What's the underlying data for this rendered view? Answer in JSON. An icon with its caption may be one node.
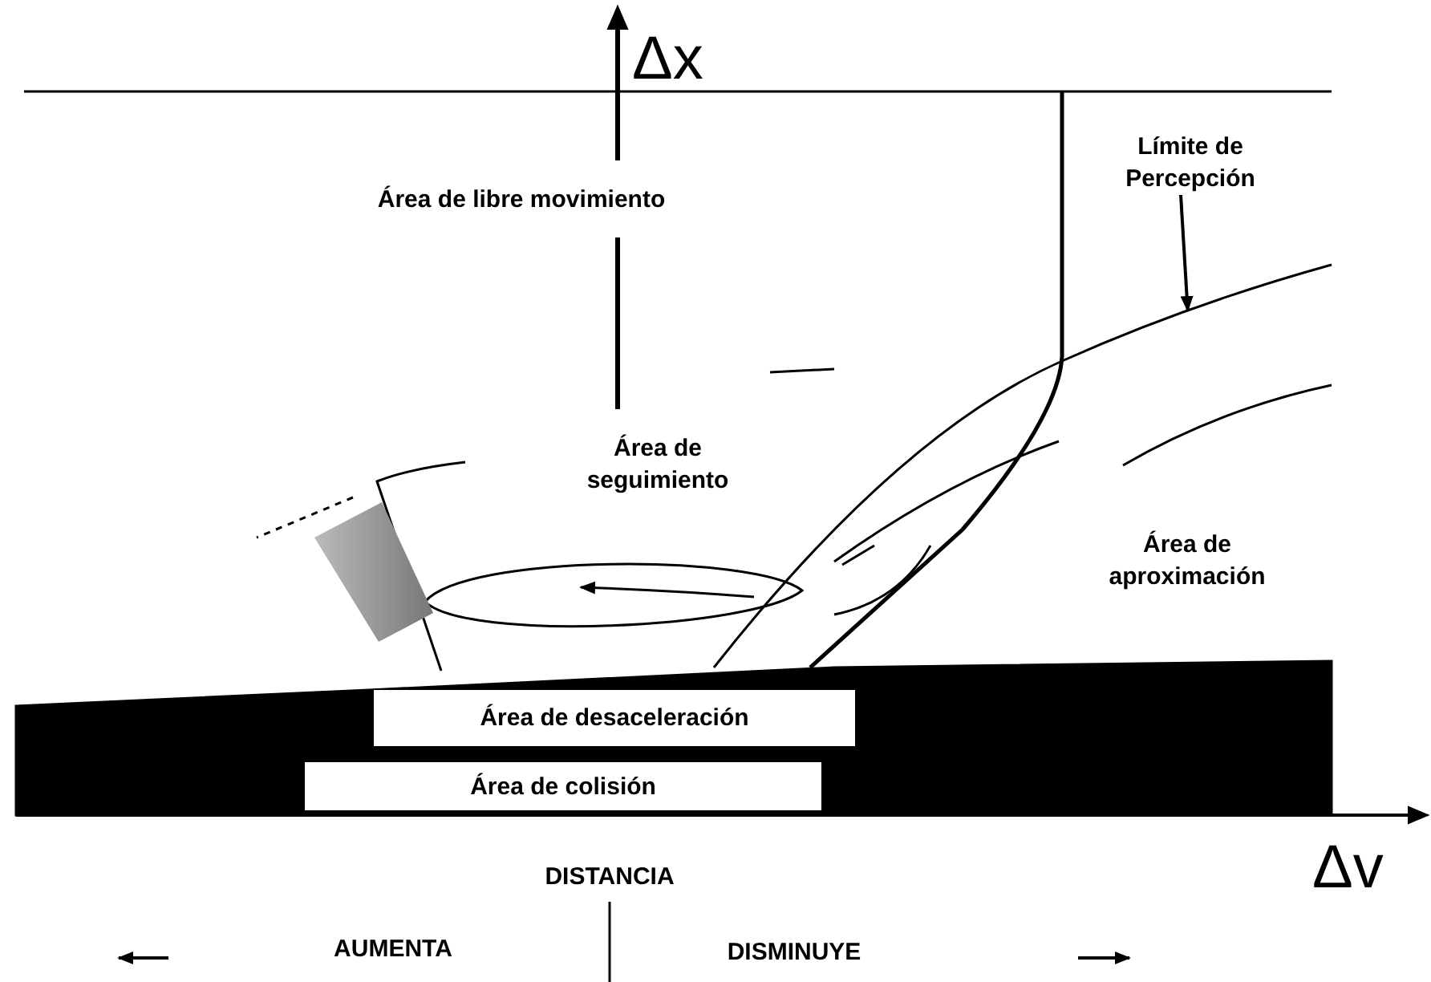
{
  "diagram": {
    "nodes": [
      {
        "text": [
          "Límite de Percepción"
        ]
      },
      {
        "text": [
          "Área de desaceleración"
        ]
      },
      {
        "text": [
          "Área de colisión"
        ]
      },
      {
        "text": [],
        "shape": "curve"
      }
    ],
    "edges": [
      {
        "from": 0,
        "to": 3,
        "arrow": "to"
      }
    ],
    "labels": [
      "Δx",
      "Área de libre movimiento",
      "Área de seguimiento",
      "Área de aproximación",
      "DISTANCIA",
      "Δv",
      "AUMENTA",
      "DISMINUYE"
    ]
  }
}
